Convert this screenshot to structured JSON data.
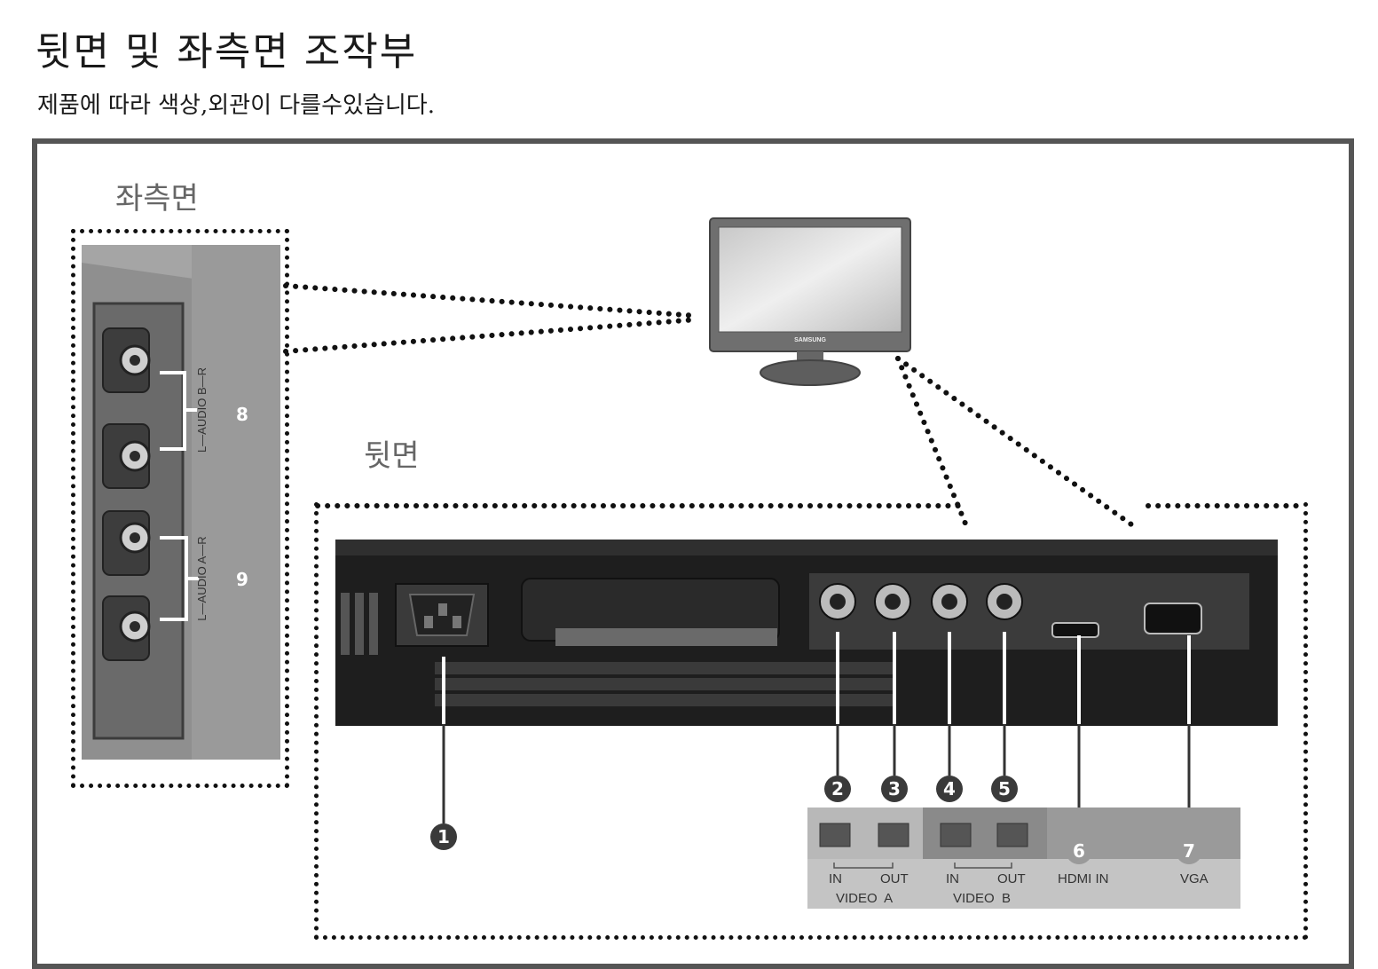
{
  "title": "뒷면 및 좌측면 조작부",
  "subtitle": "제품에 따라 색상,외관이 다를수있습니다.",
  "sections": {
    "left_side": "좌측면",
    "rear": "뒷면"
  },
  "monitor": {
    "brand": "SAMSUNG"
  },
  "side_panel": {
    "audio_b_text": "L—AUDIO B—R",
    "audio_a_text": "L—AUDIO A—R",
    "callouts": [
      "8",
      "9"
    ]
  },
  "rear_panel": {
    "callouts": [
      "1",
      "2",
      "3",
      "4",
      "5",
      "6",
      "7"
    ],
    "labels": {
      "video_a_in": "IN",
      "video_a_out": "OUT",
      "video_a": "VIDEO  A",
      "video_b_in": "IN",
      "video_b_out": "OUT",
      "video_b": "VIDEO  B",
      "hdmi_in": "HDMI IN",
      "vga": "VGA"
    }
  },
  "colors": {
    "frame": "#555555",
    "panel_dark": "#2b2b2b",
    "panel_gray": "#8a8a8a",
    "callout_dark": "#3a3a3a",
    "callout_light": "#9a9a9a"
  }
}
